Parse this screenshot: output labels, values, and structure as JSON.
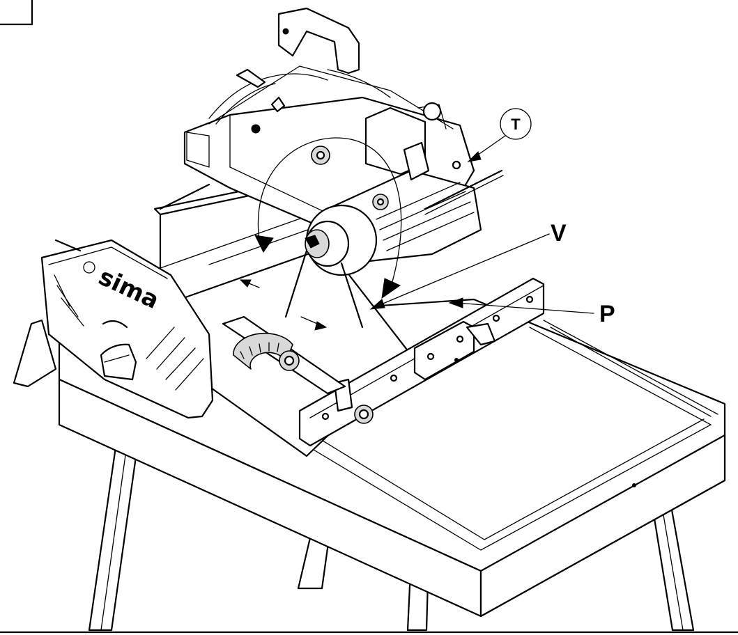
{
  "labels": {
    "t": "T",
    "v": "V",
    "p": "P"
  },
  "brand": {
    "text": "sima"
  },
  "colors": {
    "ink": "#000000",
    "paper": "#ffffff",
    "shade": "#d9d9d9"
  }
}
